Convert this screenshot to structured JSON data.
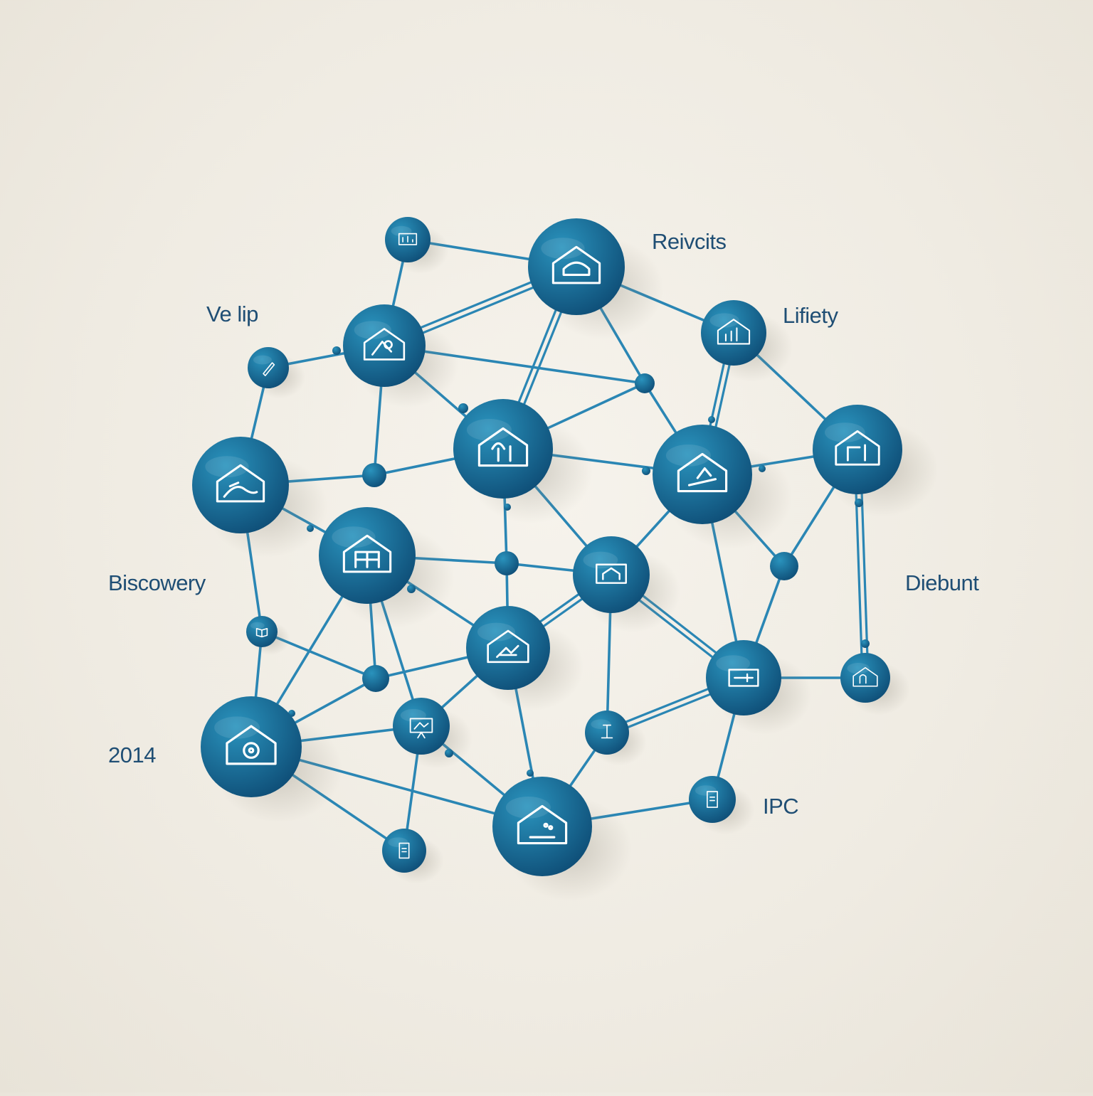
{
  "colors": {
    "background": "#f1ede5",
    "node_light": "#2a93bd",
    "node_dark": "#0f4f78",
    "link": "#2a86b4",
    "label": "#1f4e74",
    "icon_stroke": "#ffffff"
  },
  "labels": {
    "top_right": "Reivcits",
    "top_left": "Ve lip",
    "upper_right": "Lifiety",
    "mid_left": "Biscowery",
    "mid_right": "Diebunt",
    "lower_left": "2014",
    "bottom_right": "IPC"
  },
  "nodes": [
    {
      "id": "n1",
      "icon": "chart-window-icon"
    },
    {
      "id": "n2",
      "icon": "house-car-icon"
    },
    {
      "id": "n3",
      "icon": "house-landscape-icon"
    },
    {
      "id": "n4",
      "icon": "house-bars-icon"
    },
    {
      "id": "n5",
      "icon": "house-tree-icon"
    },
    {
      "id": "n6",
      "icon": "house-worker-icon"
    },
    {
      "id": "n7",
      "icon": "house-sign-icon"
    },
    {
      "id": "n8",
      "icon": "house-hill-icon"
    },
    {
      "id": "n9",
      "icon": "house-grid-icon"
    },
    {
      "id": "n10",
      "icon": "monitor-house-icon"
    },
    {
      "id": "n11",
      "icon": "pen-icon"
    },
    {
      "id": "n12",
      "icon": "house-circle-icon"
    },
    {
      "id": "n13",
      "icon": "house-doc-icon"
    },
    {
      "id": "n14",
      "icon": "slider-icon"
    },
    {
      "id": "n15",
      "icon": "house-hook-icon"
    },
    {
      "id": "n16",
      "icon": "easel-icon"
    },
    {
      "id": "n17",
      "icon": "tool-icon"
    },
    {
      "id": "n18",
      "icon": "house-dots-icon"
    },
    {
      "id": "n19",
      "icon": "device-icon"
    },
    {
      "id": "n20",
      "icon": "tablet-icon"
    },
    {
      "id": "n21",
      "icon": "book-icon"
    }
  ]
}
